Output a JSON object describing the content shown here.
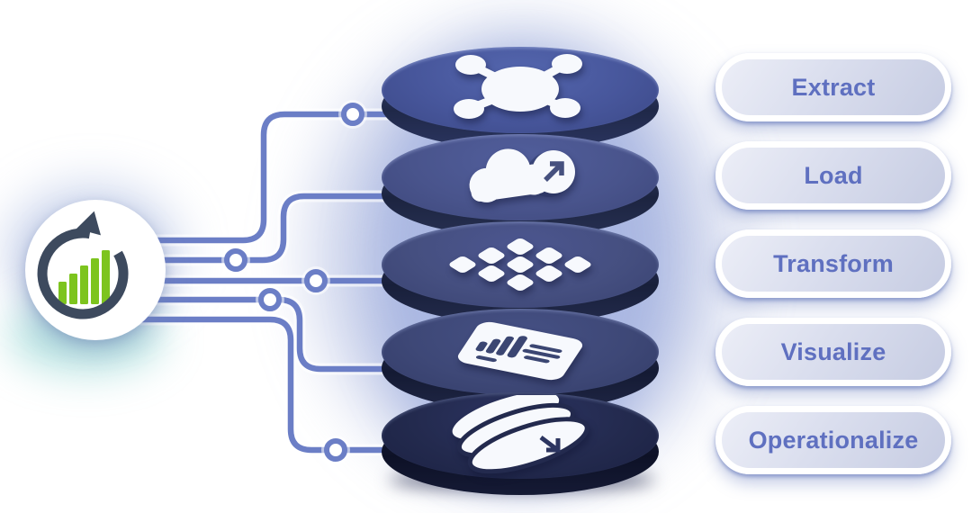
{
  "steps": [
    {
      "label": "Extract",
      "icon": "hub-network-icon"
    },
    {
      "label": "Load",
      "icon": "cloud-upload-icon"
    },
    {
      "label": "Transform",
      "icon": "diamond-grid-icon"
    },
    {
      "label": "Visualize",
      "icon": "report-chart-icon"
    },
    {
      "label": "Operationalize",
      "icon": "data-stack-export-icon"
    }
  ],
  "logo": {
    "icon": "growth-bar-chart-circular-arrow-logo"
  },
  "colors": {
    "background": "#ffffff",
    "connector_line": "#6b7ec6",
    "pill_text": "#5f70c0",
    "pill_fill_top": "#eceef7",
    "pill_fill_bottom": "#c6cce2",
    "pill_border": "#ffffff",
    "logo_arrow": "#3d4a5e",
    "logo_bars": "#7dc41e",
    "disc_faces": [
      "#47569b",
      "#49548c",
      "#454f80",
      "#3e4877",
      "#232a4e"
    ],
    "icon_fill": "#ffffff",
    "stack_glow": "#8c9ed8"
  }
}
